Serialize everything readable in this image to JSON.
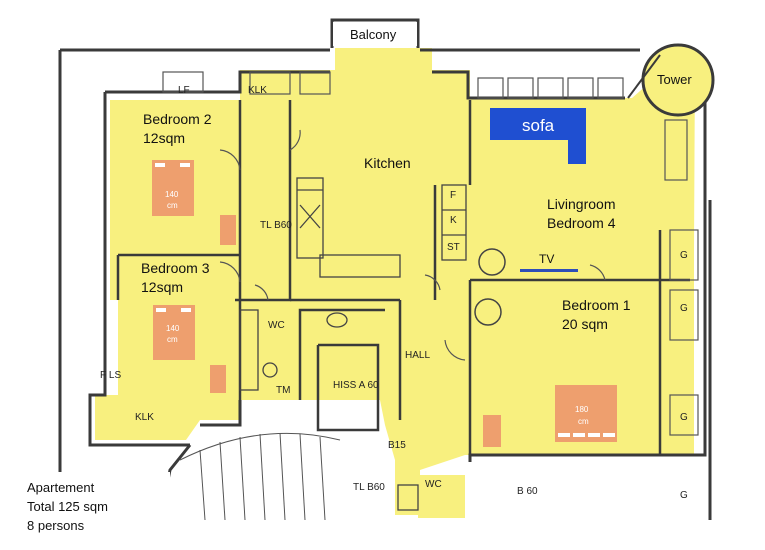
{
  "rooms": {
    "balcony": "Balcony",
    "tower": "Tower",
    "bedroom2_name": "Bedroom 2",
    "bedroom2_size": "12sqm",
    "kitchen": "Kitchen",
    "livingroom": "Livingroom",
    "bedroom4": "Bedroom 4",
    "bedroom3_name": "Bedroom 3",
    "bedroom3_size": "12sqm",
    "bedroom1_name": "Bedroom 1",
    "bedroom1_size": "20 sqm",
    "hall": "HALL"
  },
  "furniture": {
    "sofa": "sofa",
    "tv": "TV",
    "bed2_width": "140",
    "bed2_unit": "cm",
    "bed3_width": "140",
    "bed3_unit": "cm",
    "bed1_width": "180",
    "bed1_unit": "cm"
  },
  "fixtures": {
    "klk_top": "KLK",
    "klk_bottom": "KLK",
    "tl_b60": "TL B60",
    "wc1": "WC",
    "wc2": "WC",
    "hiss": "HISS A 60",
    "f": "F",
    "k": "K",
    "st": "ST",
    "tm": "TM",
    "b15": "B15",
    "b60": "B 60",
    "g": "G",
    "tl_b60_lower": "TL B60",
    "f_ls": "F LS",
    "lf": "LF"
  },
  "summary": {
    "line1": "Apartement",
    "line2": "Total 125 sqm",
    "line3": "8 persons"
  },
  "colors": {
    "floor": "#f8f07f",
    "wall": "#3a3a3a",
    "sofa": "#1f4fd1",
    "tv": "#2e4fb8",
    "bed": "#ee9f6e"
  }
}
